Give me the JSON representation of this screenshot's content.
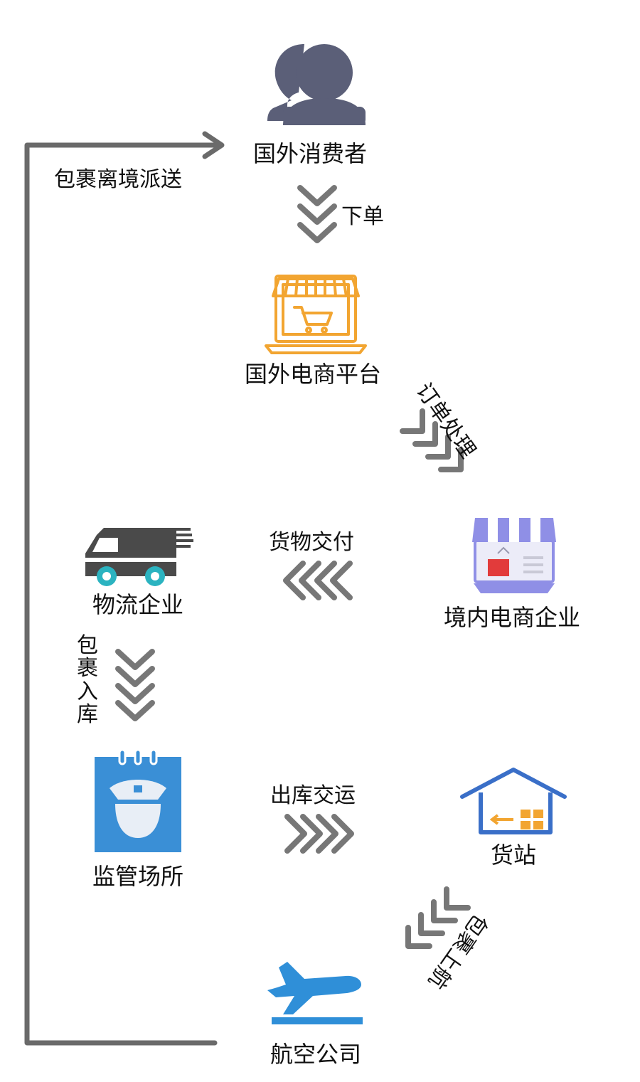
{
  "colors": {
    "consumer_icon": "#5b5f78",
    "platform_icon": "#f2a531",
    "domestic_awning": "#8f8fe6",
    "domestic_box": "#e23b3b",
    "truck_body": "#4a4a4a",
    "truck_wheel": "#2bb3c0",
    "customs_icon": "#3a8fd6",
    "warehouse_outline": "#3a6fc8",
    "warehouse_boxes": "#f2a531",
    "plane": "#2f8fd8",
    "arrow_gray": "#777777",
    "loop_line": "#6a6a6a"
  },
  "nodes": {
    "consumer": {
      "label": "国外消费者",
      "icon": "user-icon"
    },
    "platform": {
      "label": "国外电商平台",
      "icon": "storefront-laptop-icon"
    },
    "domestic": {
      "label": "境内电商企业",
      "icon": "shop-monitor-icon"
    },
    "logistics": {
      "label": "物流企业",
      "icon": "delivery-truck-icon"
    },
    "customs": {
      "label": "监管场所",
      "icon": "customs-officer-icon"
    },
    "station": {
      "label": "货站",
      "icon": "warehouse-icon"
    },
    "airline": {
      "label": "航空公司",
      "icon": "airplane-takeoff-icon"
    }
  },
  "steps": {
    "place_order": "下单",
    "order_processing": "订单处理",
    "goods_delivery": "货物交付",
    "parcel_storage": "包裹入库",
    "outbound_transfer": "出库交运",
    "parcel_boarding": "包裹上航",
    "outbound_dispatch": "包裹离境派送"
  }
}
